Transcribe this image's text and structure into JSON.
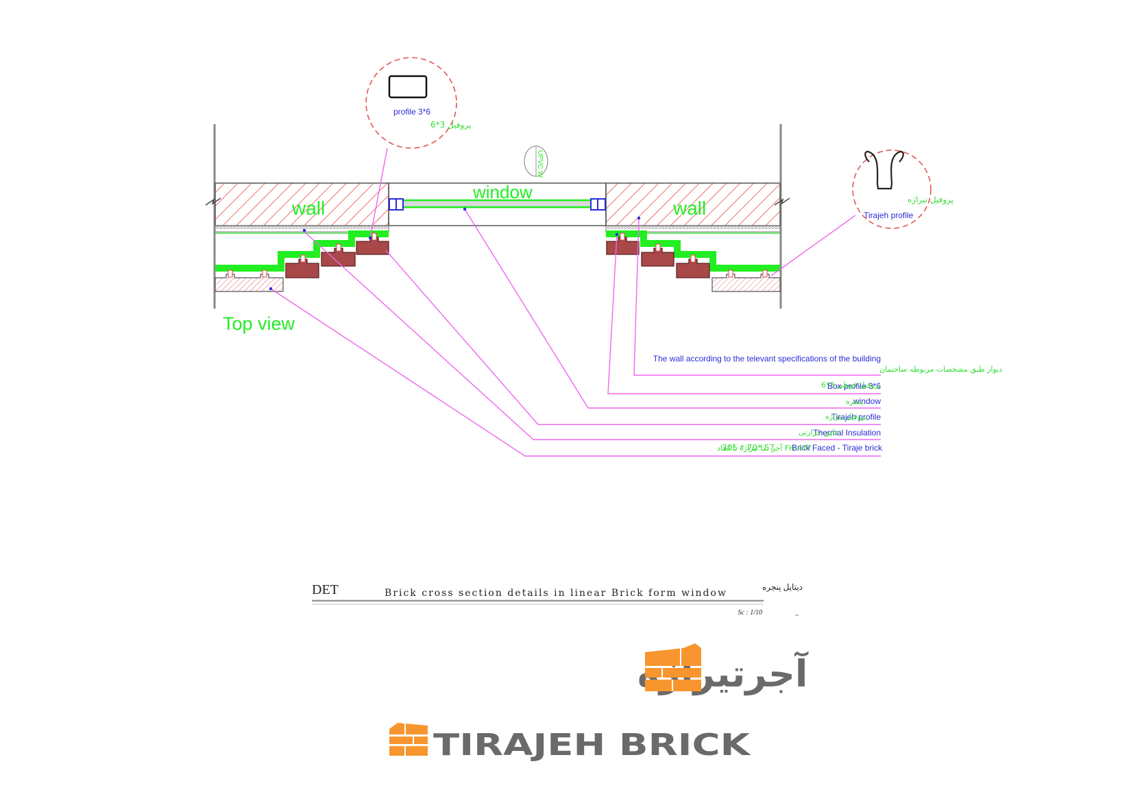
{
  "drawing": {
    "view_label": "Top view",
    "wall_label_left": "wall",
    "wall_label_right": "wall",
    "window_label": "window",
    "window_tag": "UPVC W",
    "detail_box_profile": {
      "label_en": "profile 3*6",
      "label_fa": "پروفیل 3*6"
    },
    "detail_tirajeh_profile": {
      "label_fa": "پروفیل تیراژه",
      "label_en": "Tirajeh profile"
    },
    "legend": [
      {
        "en": "The wall according to the televant specifications of the building",
        "fa": "دیوار طبق مشخصات مربوطه ساختمان"
      },
      {
        "en": "Box profile 3*6",
        "fa": "پروفیل قوطی 3*6"
      },
      {
        "en": "window",
        "fa": "پنجره"
      },
      {
        "en": "Tirajeh profile",
        "fa": "پروفیل تیراژه"
      },
      {
        "en": "Thermal Insulation",
        "fa": "عایق حرارتی"
      },
      {
        "en": "Brick Faced - Tiraje brick",
        "dims": "305 * 70* 57",
        "fa": "FH 477 آجر نما تیراژه با ابعاد"
      }
    ]
  },
  "title_block": {
    "code": "DET",
    "title": "Brick cross section details in linear Brick form window",
    "title_fa": "دیتایل پنجره",
    "scale": "Sc : 1/10"
  },
  "logo": {
    "fa_name": "آجرتیراژه",
    "en_name": "TIRAJEH BRICK",
    "brand_orange": "#f7962e",
    "brand_gray": "#6a6a6a"
  },
  "colors": {
    "hatch": "#e84a4a",
    "green": "#22ee22",
    "brick": "#a84848",
    "leader": "#ee66ee",
    "blue_text": "#2b2bd6",
    "detail_circle": "#e05555"
  }
}
